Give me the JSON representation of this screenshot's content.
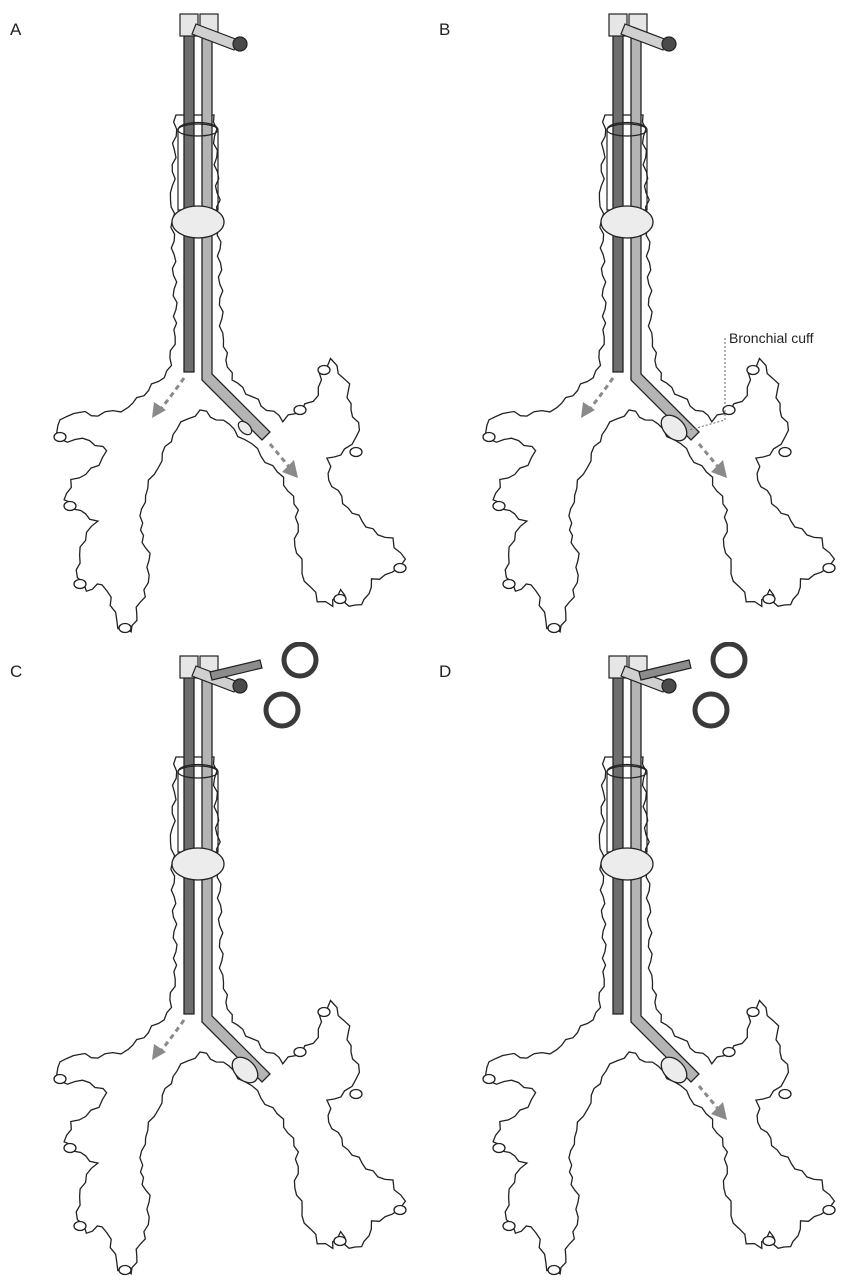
{
  "panels": [
    {
      "letter": "A",
      "clamp": "none",
      "cuff_inflated": false,
      "tracheal_flow": true,
      "bronchial_flow": true,
      "callout": ""
    },
    {
      "letter": "B",
      "clamp": "none",
      "cuff_inflated": true,
      "tracheal_flow": true,
      "bronchial_flow": true,
      "callout": "Bronchial cuff"
    },
    {
      "letter": "C",
      "clamp": "bronchial-lumen",
      "cuff_inflated": true,
      "tracheal_flow": true,
      "bronchial_flow": false,
      "callout": ""
    },
    {
      "letter": "D",
      "clamp": "tracheal-lumen",
      "cuff_inflated": true,
      "tracheal_flow": false,
      "bronchial_flow": true,
      "callout": ""
    }
  ],
  "colors": {
    "outline": "#222222",
    "tracheal_lumen": "#6e6e6e",
    "bronchial_lumen": "#b4b4b4",
    "cuff": "#ececec",
    "flow_arrow": "#8a8a8a"
  },
  "icons": [
    "double-lumen-tube-icon",
    "airway-icon",
    "clamp-icon",
    "flow-arrow-icon"
  ]
}
